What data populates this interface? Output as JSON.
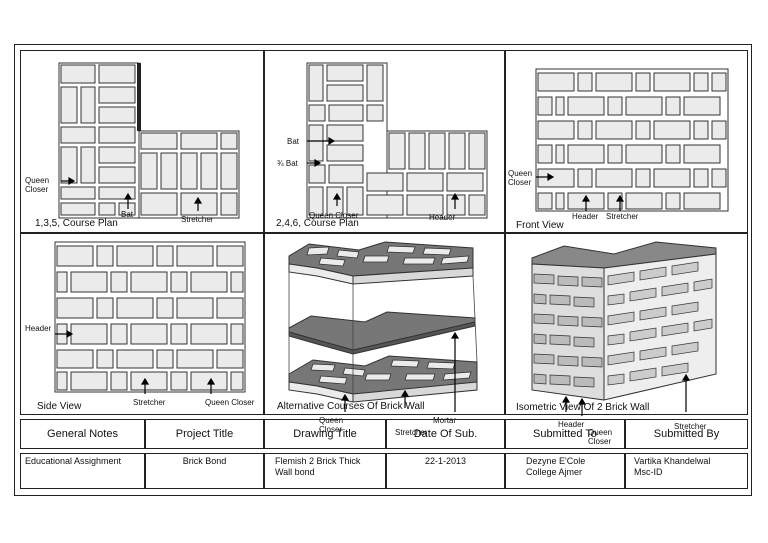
{
  "panels": {
    "p1": {
      "title": "1,3,5, Course Plan",
      "labels": {
        "queen_closer": "Queen\nCloser",
        "bat": "Bat",
        "stretcher": "Stretcher"
      }
    },
    "p2": {
      "title": "2,4,6, Course Plan",
      "labels": {
        "bat": "Bat",
        "three_quarter_bat": "¾ Bat",
        "queen_closer": "Queen Closer",
        "header": "Header"
      }
    },
    "p3": {
      "title": "Front View",
      "labels": {
        "queen_closer": "Queen\nCloser",
        "header": "Header",
        "stretcher": "Stretcher"
      }
    },
    "p4": {
      "title": "Side View",
      "labels": {
        "header": "Header",
        "stretcher": "Stretcher",
        "queen_closer": "Queen Closer"
      }
    },
    "p5": {
      "title": "Alternative Courses Of Brick Wall",
      "labels": {
        "queen_closer": "Queen\nCloser",
        "stretcher": "Stretcher",
        "mortar": "Mortar"
      }
    },
    "p6": {
      "title": "Isometric View Of 2 Brick Wall",
      "labels": {
        "header": "Header",
        "queen_closer": "Queen\nCloser",
        "stretcher": "Stretcher"
      }
    }
  },
  "table": {
    "headers": [
      "General Notes",
      "Project Title",
      "Drawing Title",
      "Date Of Sub.",
      "Submitted To",
      "Submitted By"
    ],
    "values": [
      "Educational Assighment",
      "Brick Bond",
      "Flemish 2 Brick Thick\nWall bond",
      "22-1-2013",
      "Dezyne E'Cole\nCollege Ajmer",
      "Vartika Khandelwal\nMsc-ID"
    ]
  },
  "colors": {
    "brick_fill": "#ebebeb",
    "brick_stroke": "#333333",
    "mortar_fill": "#777777"
  }
}
